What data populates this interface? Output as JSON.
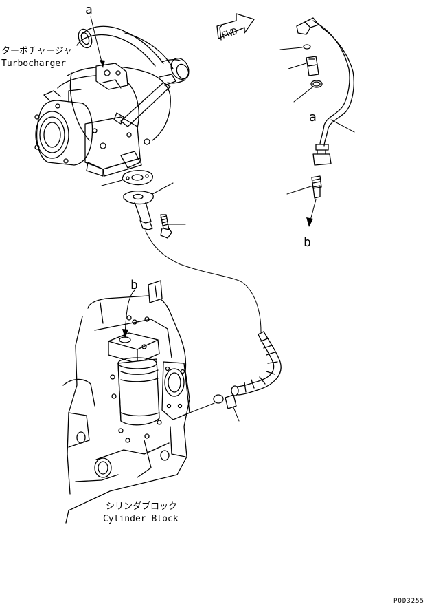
{
  "labels": {
    "turbo_jp": "ターボチャージャ",
    "turbo_en": "Turbocharger",
    "block_jp": "シリンダブロック",
    "block_en": "Cylinder Block",
    "fwd": "FWD",
    "ref_a_top": "a",
    "ref_a_right": "a",
    "ref_b_right": "b",
    "ref_b_block": "b",
    "drawing_no": "PQD3255"
  }
}
